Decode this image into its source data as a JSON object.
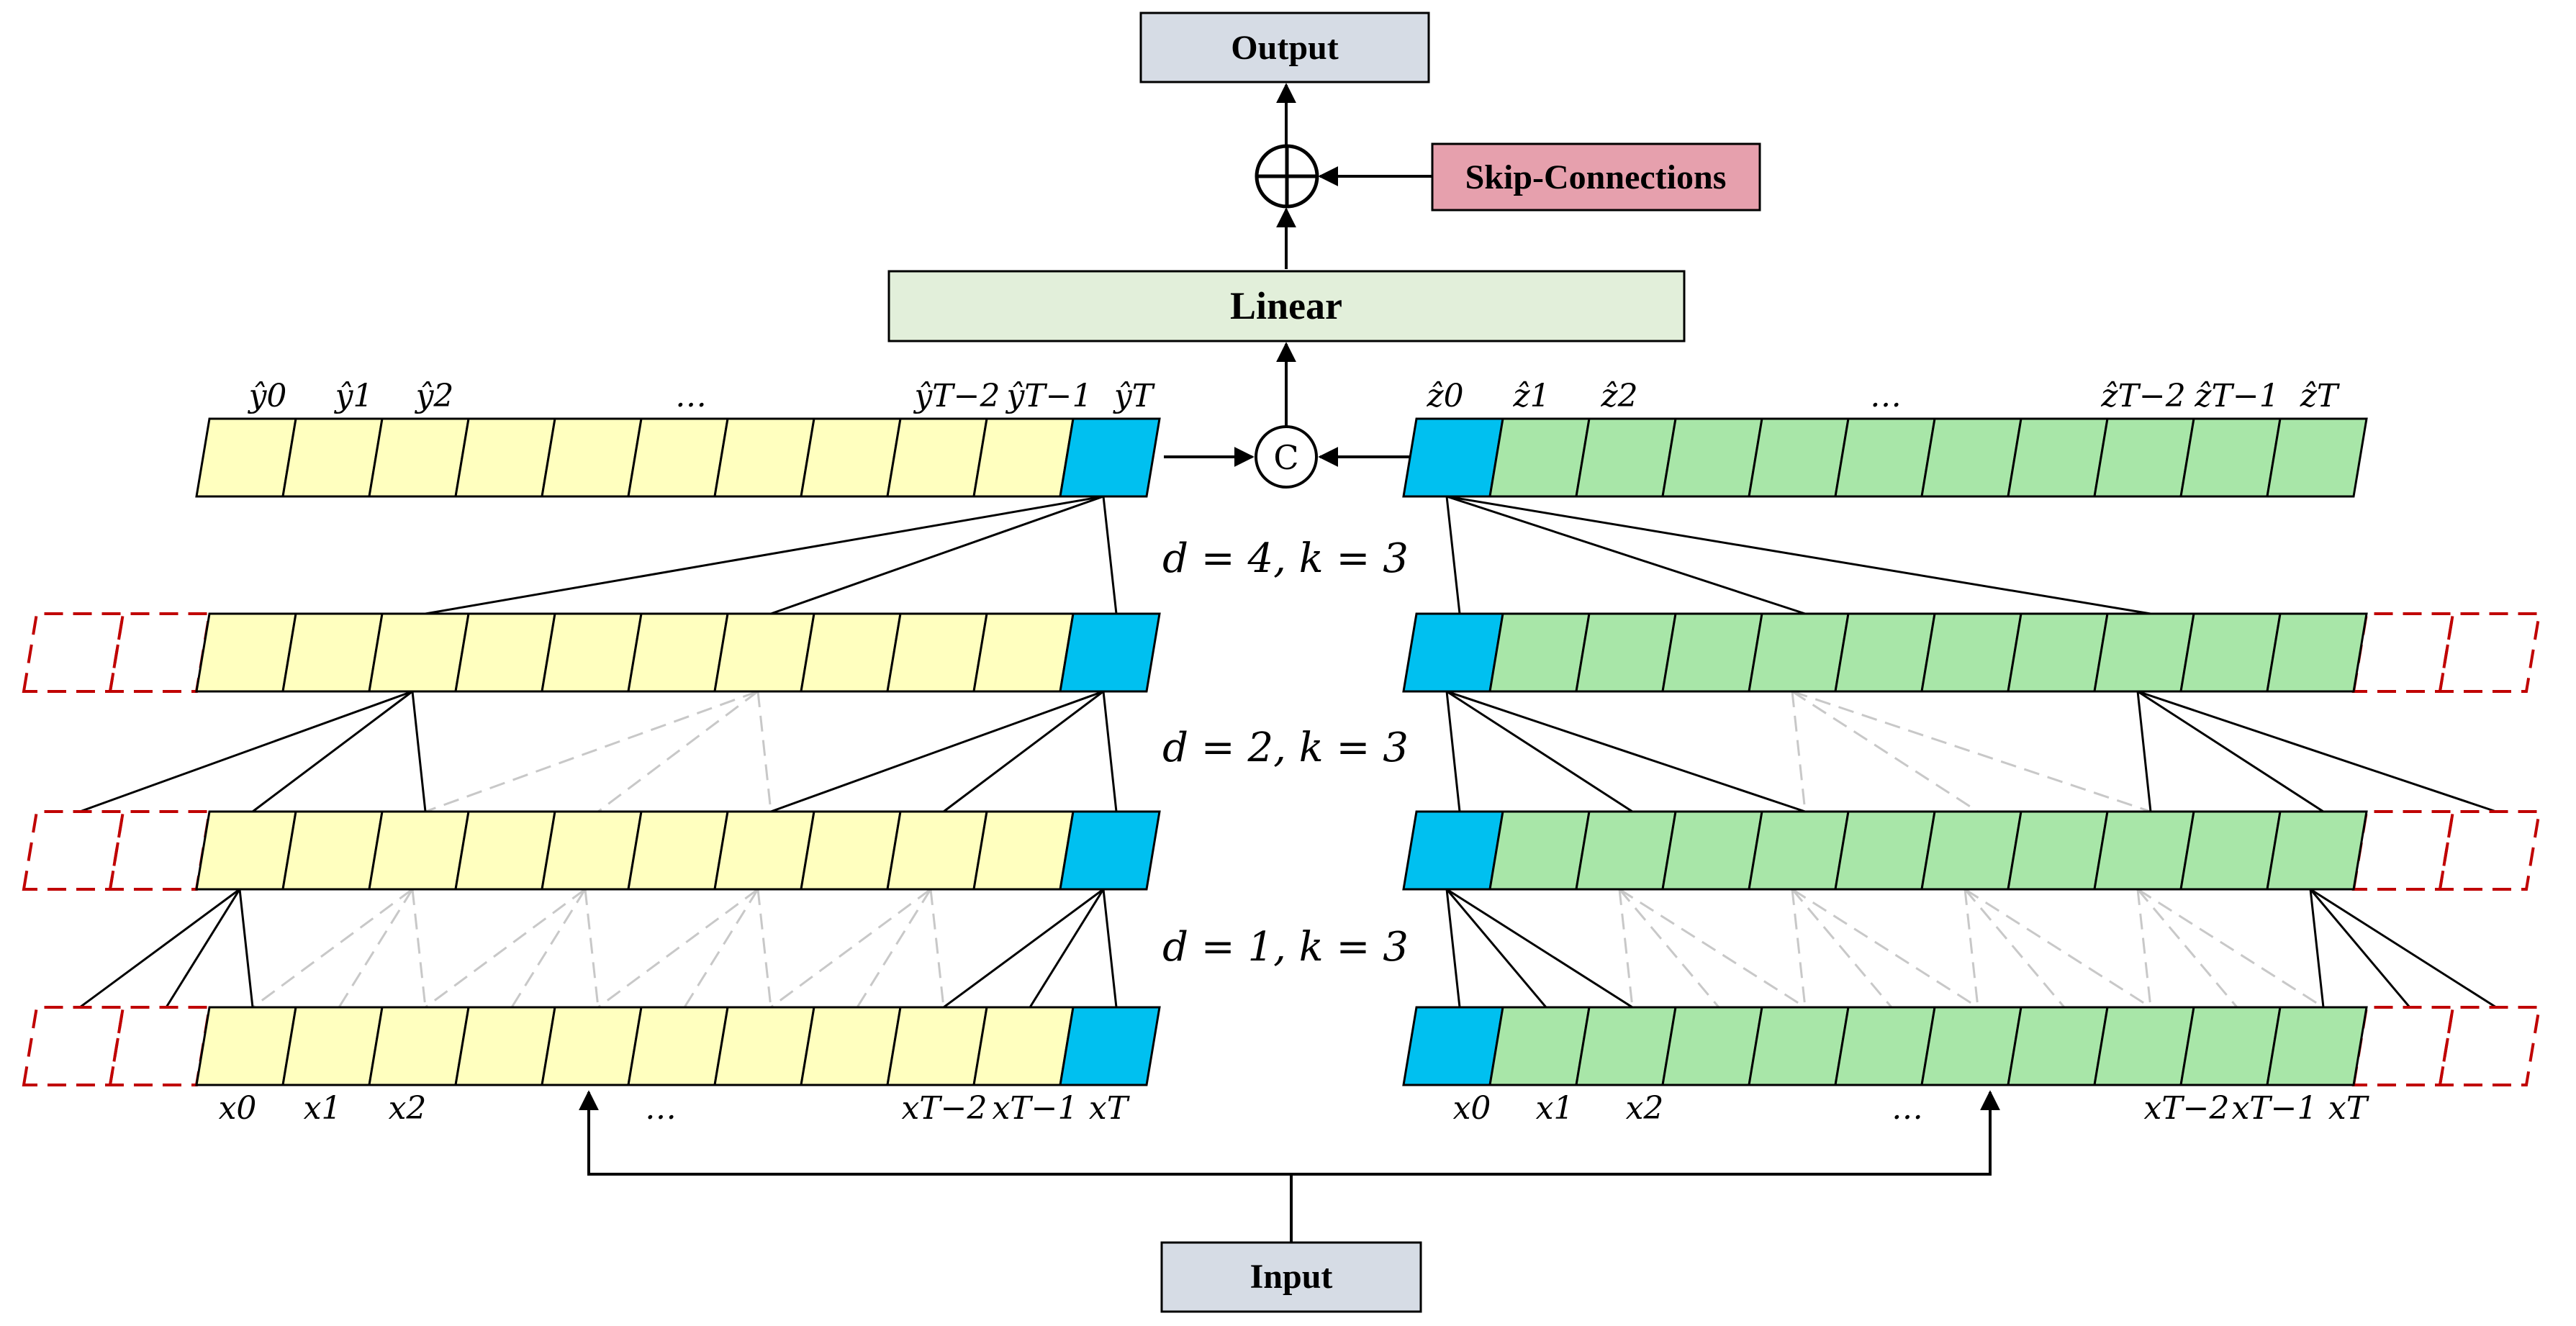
{
  "boxes": {
    "output": "Output",
    "skip": "Skip-Connections",
    "linear": "Linear",
    "input": "Input",
    "concat": "C",
    "add": "+"
  },
  "colors": {
    "box_gray": "#d6dce5",
    "skip_pink": "#e6a0ad",
    "linear_green": "#e2efda",
    "cell_yellow": "#ffffbf",
    "cell_blue": "#00c0f0",
    "cell_green": "#a8e6a8",
    "pad_red": "#c00000",
    "dashed_gray": "#c8c8c8"
  },
  "dilation_labels": [
    "d = 4, k = 3",
    "d = 2, k = 3",
    "d = 1, k = 3"
  ],
  "left_top_labels": [
    "ŷ0",
    "ŷ1",
    "ŷ2",
    "…",
    "ŷT−2",
    "ŷT−1",
    "ŷT"
  ],
  "right_top_labels": [
    "ẑ0",
    "ẑ1",
    "ẑ2",
    "…",
    "ẑT−2",
    "ẑT−1",
    "ẑT"
  ],
  "left_bottom_labels": [
    "x0",
    "x1",
    "x2",
    "…",
    "xT−2",
    "xT−1",
    "xT"
  ],
  "right_bottom_labels": [
    "x0",
    "x1",
    "x2",
    "…",
    "xT−2",
    "xT−1",
    "xT"
  ]
}
